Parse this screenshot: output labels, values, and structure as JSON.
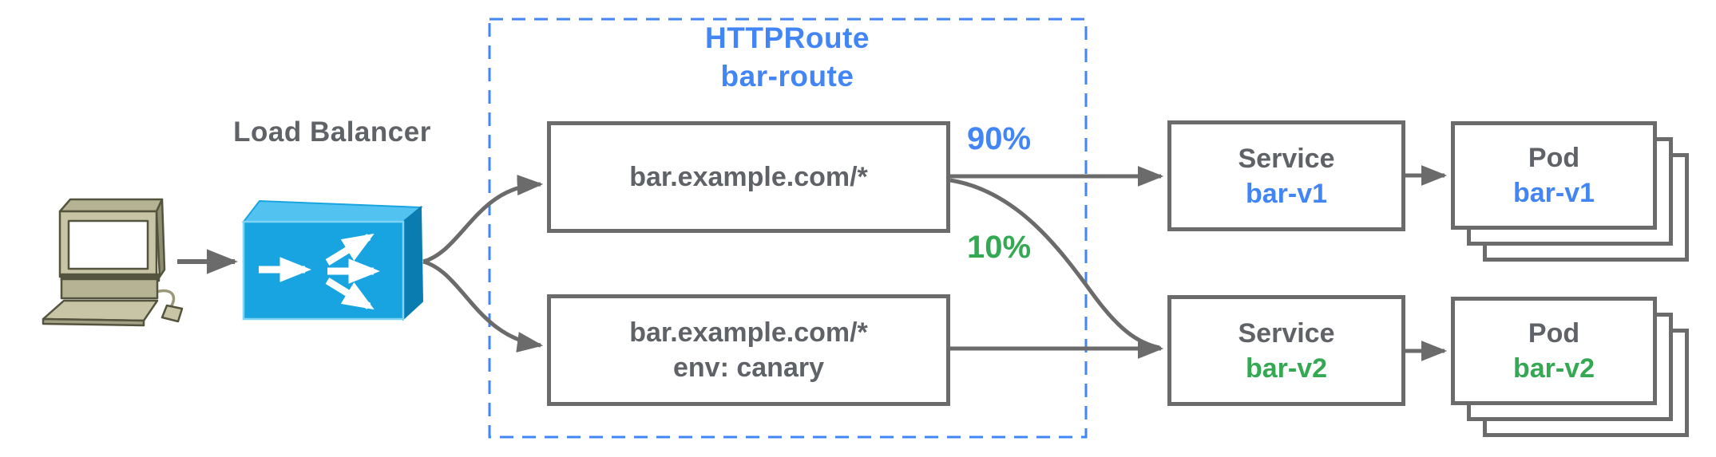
{
  "load_balancer": {
    "label": "Load Balancer"
  },
  "httproute": {
    "kind": "HTTPRoute",
    "route_name": "bar-route",
    "rules": [
      {
        "line1": "bar.example.com/*"
      },
      {
        "line1": "bar.example.com/*",
        "line2": "env: canary"
      }
    ]
  },
  "traffic_split": {
    "to_bar_v1": "90%",
    "to_bar_v2": "10%"
  },
  "services": [
    {
      "kind": "Service",
      "name": "bar-v1"
    },
    {
      "kind": "Service",
      "name": "bar-v2"
    }
  ],
  "pods": [
    {
      "kind": "Pod",
      "name": "bar-v1"
    },
    {
      "kind": "Pod",
      "name": "bar-v2"
    }
  ],
  "icons": {
    "client": "desktop-computer-icon",
    "load_balancer": "load-balancer-3d-icon"
  },
  "colors": {
    "accent_blue": "#4285f4",
    "accent_green": "#34a853",
    "text_gray": "#5f6368",
    "line_gray": "#6b6b6b",
    "lb_front": "#18a4e0",
    "lb_top": "#52c2f0",
    "lb_side": "#0a7cb0",
    "computer_beige": "#c7c5a6"
  }
}
